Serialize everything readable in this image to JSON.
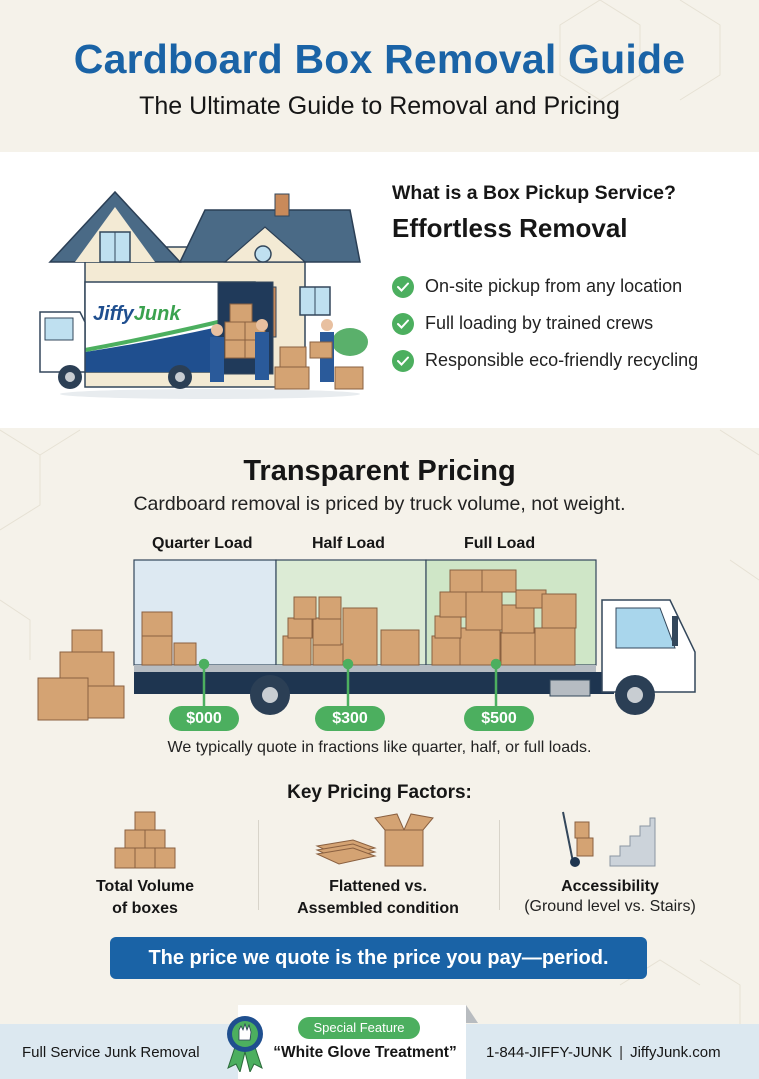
{
  "header": {
    "title": "Cardboard Box Removal Guide",
    "subtitle": "The Ultimate Guide to Removal and Pricing"
  },
  "service": {
    "question": "What is a Box Pickup Service?",
    "heading": "Effortless Removal",
    "truck_brand_part1": "Jiffy",
    "truck_brand_part2": "Junk",
    "features": [
      {
        "icon": "check-circle-icon",
        "label": "On-site pickup from any location"
      },
      {
        "icon": "check-circle-icon",
        "label": "Full loading by trained crews"
      },
      {
        "icon": "check-circle-icon",
        "label": "Responsible eco-friendly recycling"
      }
    ]
  },
  "pricing": {
    "title": "Transparent Pricing",
    "subtitle": "Cardboard removal is priced by truck volume, not weight.",
    "loads": [
      {
        "label": "Quarter Load",
        "price": "$000"
      },
      {
        "label": "Half Load",
        "price": "$300"
      },
      {
        "label": "Full Load",
        "price": "$500"
      }
    ],
    "note": "We typically quote in fractions like quarter, half, or full loads."
  },
  "factors": {
    "title": "Key Pricing Factors:",
    "items": [
      {
        "icon": "stacked-boxes-icon",
        "label_line1": "Total Volume",
        "label_line2": "of boxes",
        "sub": ""
      },
      {
        "icon": "flat-vs-open-box-icon",
        "label_line1": "Flattened vs.",
        "label_line2": "Assembled condition",
        "sub": ""
      },
      {
        "icon": "dolly-and-stairs-icon",
        "label_line1": "Accessibility",
        "label_line2": "",
        "sub": "(Ground level vs. Stairs)"
      }
    ]
  },
  "promise": "The price we quote is the price you pay—period.",
  "footer": {
    "left": "Full Service Junk Removal",
    "badge": "Special Feature",
    "feature": "“White Glove Treatment”",
    "phone": "1-844-JIFFY-JUNK",
    "separator": "|",
    "website": "JiffyJunk.com"
  },
  "colors": {
    "brand_blue": "#1a63a6",
    "accent_green": "#4caf5f",
    "background": "#f5f2ea",
    "footer_bg": "#dce8f0",
    "box_tan": "#d4a373"
  }
}
